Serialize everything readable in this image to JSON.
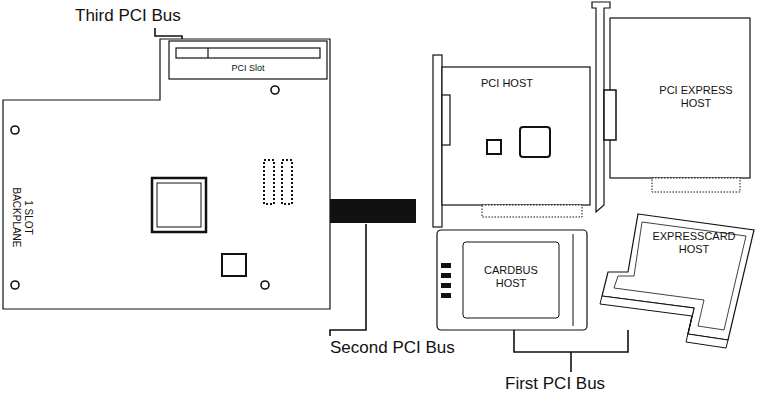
{
  "diagram": {
    "nodes": [
      {
        "text": [
          "1 SLOT BACKPLANE"
        ]
      },
      {
        "text": [
          "PCI Slot"
        ],
        "in": 0
      },
      {
        "text": [
          "PCI HOST"
        ]
      },
      {
        "text": [
          "PCI EXPRESS HOST"
        ]
      },
      {
        "text": [
          "CARDBUS HOST"
        ]
      },
      {
        "text": [
          "EXPRESSCARD HOST"
        ]
      }
    ],
    "labels": [
      "Third PCI Bus",
      "Second PCI Bus",
      "First PCI Bus"
    ]
  }
}
